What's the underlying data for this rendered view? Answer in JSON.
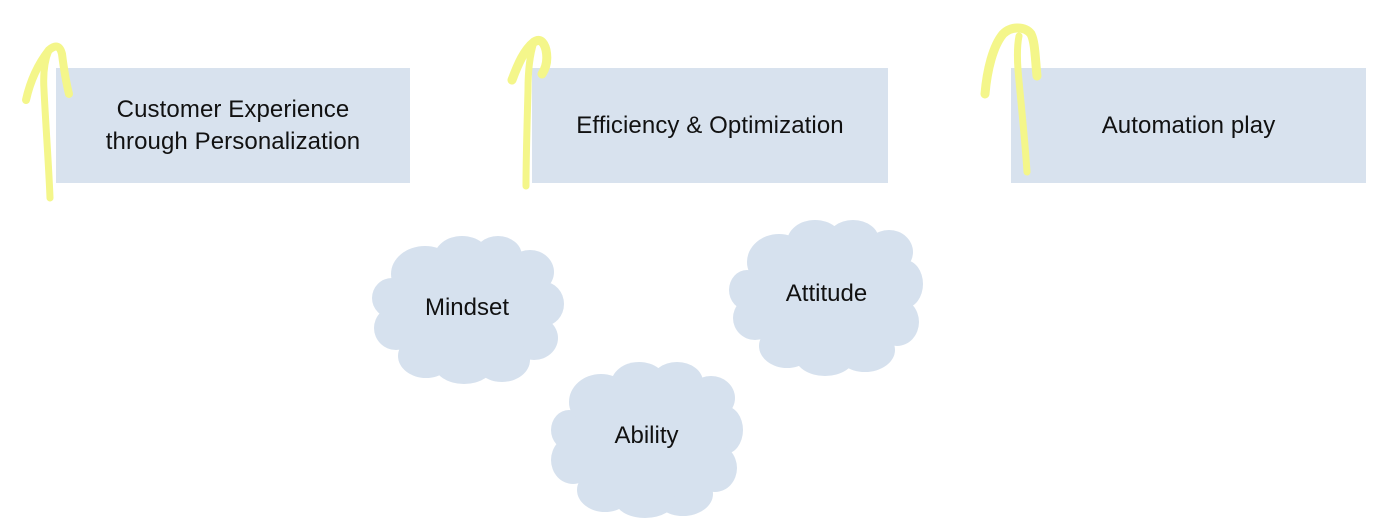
{
  "colors": {
    "box_fill": "#d8e2ee",
    "cloud_fill": "#d6e1ee",
    "arrow_highlight": "#f4f68a",
    "text": "#111111"
  },
  "boxes": [
    {
      "lines": [
        "Customer Experience",
        "through Personalization"
      ]
    },
    {
      "lines": [
        "Efficiency & Optimization"
      ]
    },
    {
      "lines": [
        "Automation play"
      ]
    }
  ],
  "arrows": [
    {
      "icon": "up-arrow-highlight-icon"
    },
    {
      "icon": "up-arrow-highlight-icon"
    },
    {
      "icon": "up-arrow-highlight-icon"
    }
  ],
  "clouds": {
    "mindset": {
      "label": "Mindset"
    },
    "attitude": {
      "label": "Attitude"
    },
    "ability": {
      "label": "Ability"
    }
  }
}
